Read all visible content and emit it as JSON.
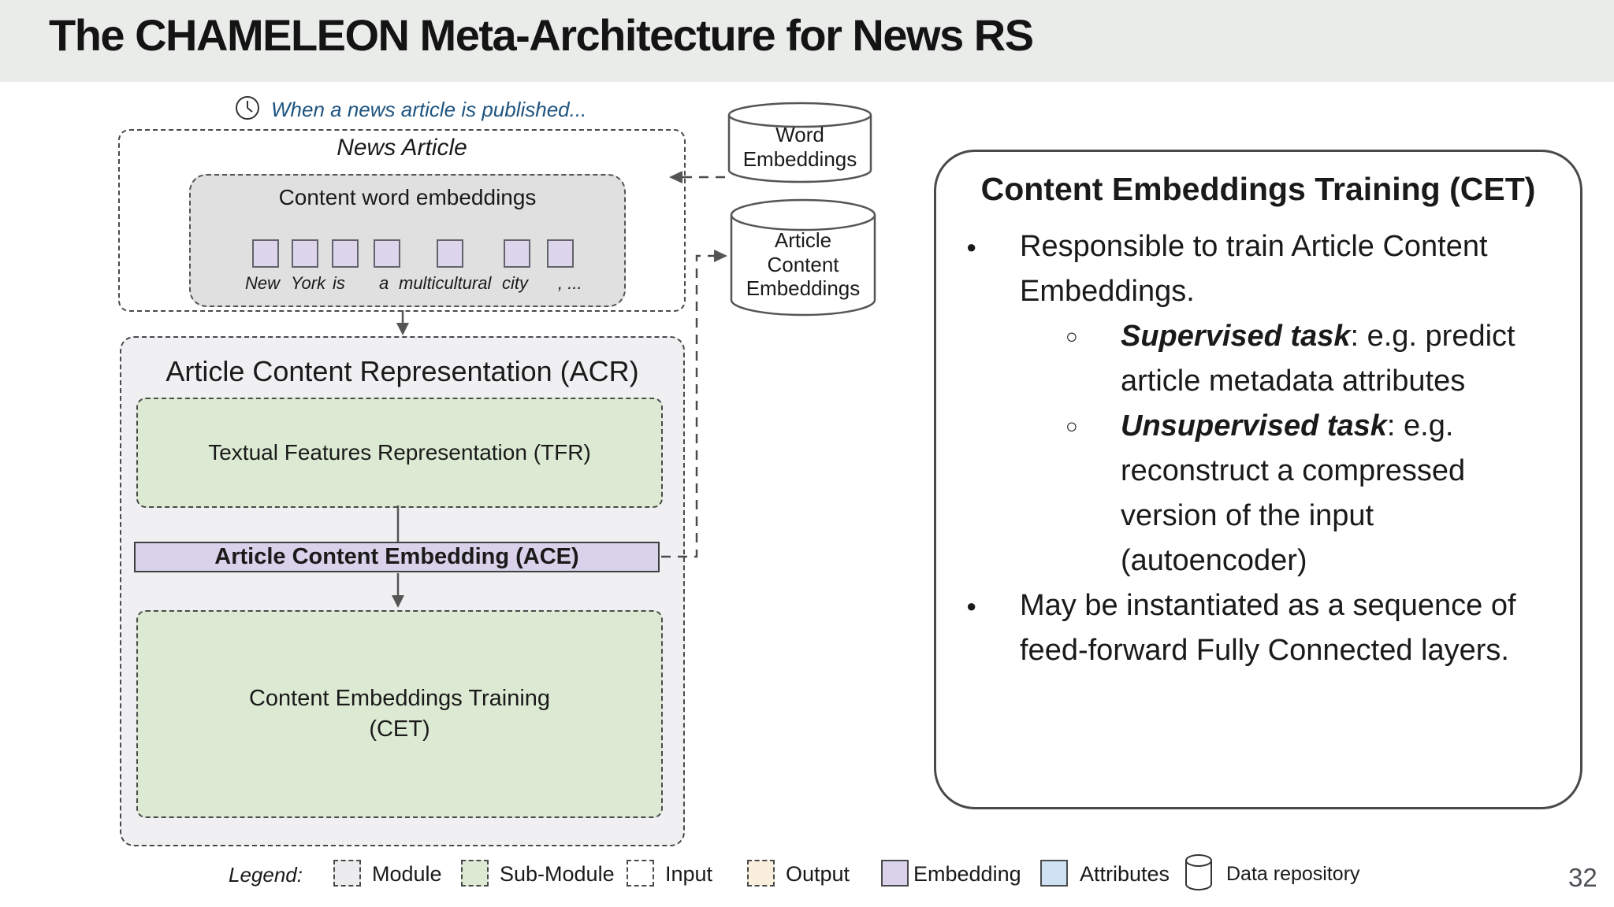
{
  "header": {
    "title": "The CHAMELEON Meta-Architecture for News RS"
  },
  "intro": {
    "text": "When a news article is published..."
  },
  "news_article": {
    "title": "News Article",
    "heading": "Content word embeddings",
    "words": [
      "New",
      "York",
      "is",
      "a",
      "multicultural",
      "city",
      ", ..."
    ]
  },
  "repositories": {
    "word_embeddings": "Word\nEmbeddings",
    "article_content_embeddings": "Article\nContent\nEmbeddings"
  },
  "acr": {
    "title": "Article Content Representation (ACR)",
    "tfr_label": "Textual Features Representation (TFR)",
    "ace_label": "Article Content Embedding (ACE)",
    "cet_label": "Content Embeddings Training\n(CET)"
  },
  "panel": {
    "title": "Content Embeddings Training (CET)",
    "bullets": [
      {
        "level": 1,
        "text": "Responsible to train Article Content\nEmbeddings."
      },
      {
        "level": 2,
        "lead": "Supervised task",
        "rest": ": e.g. predict\narticle metadata attributes"
      },
      {
        "level": 2,
        "lead": "Unsupervised task",
        "rest": ": e.g.\nreconstruct a compressed\nversion of the input\n(autoencoder)"
      },
      {
        "level": 1,
        "text": "May be instantiated as a sequence of\nfeed-forward Fully Connected layers."
      }
    ]
  },
  "glyphs": {
    "bullet_filled": "●",
    "bullet_hollow": "○"
  },
  "legend": {
    "label": "Legend:",
    "items": [
      {
        "label": "Module"
      },
      {
        "label": "Sub-Module"
      },
      {
        "label": "Input"
      },
      {
        "label": "Output"
      },
      {
        "label": "Embedding"
      },
      {
        "label": "Attributes"
      },
      {
        "label": "Data repository"
      }
    ]
  },
  "page_number": "32",
  "colors": {
    "banner_bg": "#e9ece9",
    "intro_text": "#1e5480",
    "module_fill": "#ececee",
    "submodule_fill": "#dcead3",
    "input_fill": "#ffffff",
    "output_fill": "#faeedd",
    "embedding_fill": "#d9d2ea",
    "attributes_fill": "#cfe2f3"
  }
}
